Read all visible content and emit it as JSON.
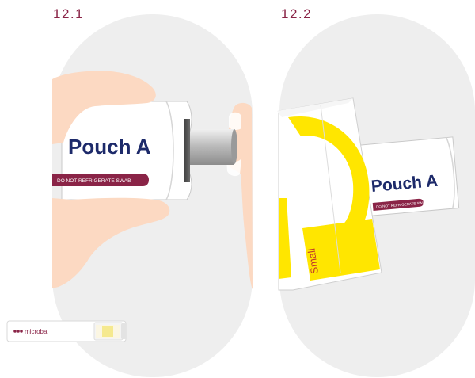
{
  "steps": [
    {
      "label": "12.1",
      "pouch_title": "Pouch A",
      "pouch_warning": "DO NOT REFRIGERATE SWAB"
    },
    {
      "label": "12.2",
      "pouch_title": "Pouch A",
      "pouch_warning": "DO NOT REFRIGERATE SWAB",
      "sleeve_size": "Small"
    }
  ],
  "swab_tube": {
    "brand": "microba"
  },
  "colors": {
    "label": "#8a2447",
    "panel": "#eeeeee",
    "pouch_title": "#1d2a6a",
    "warning_band": "#8a2447",
    "skin": "#fcd9c2",
    "sleeve_yellow": "#ffe600"
  }
}
